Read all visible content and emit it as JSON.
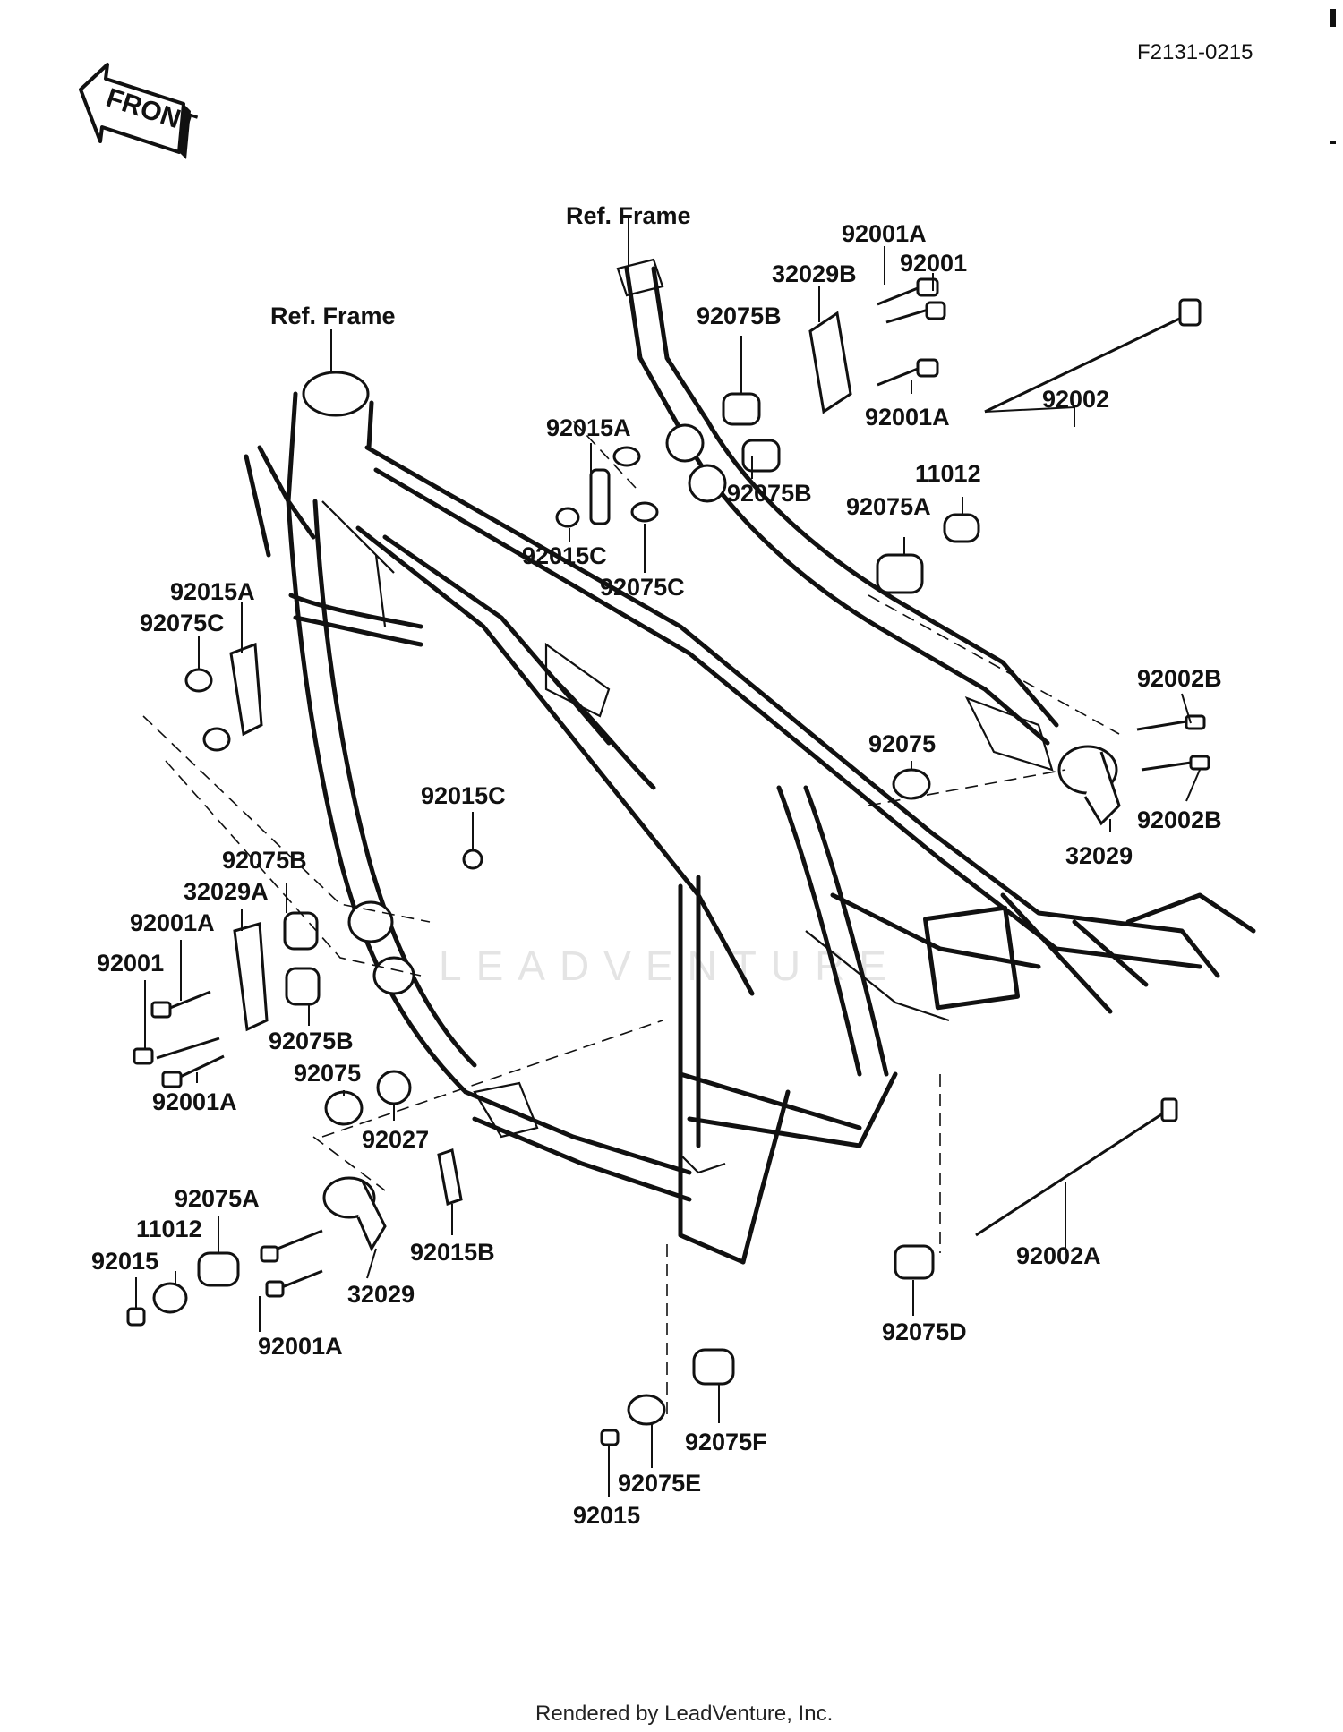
{
  "header": {
    "code": "F2131-0215",
    "front_label": "FRONT"
  },
  "ref_frame_labels": [
    "Ref. Frame",
    "Ref. Frame"
  ],
  "callouts": [
    "92001A",
    "92001",
    "32029B",
    "92075B",
    "92001A",
    "92002",
    "92015A",
    "92075B",
    "92015C",
    "92075C",
    "11012",
    "92075A",
    "92015A",
    "92075C",
    "92002B",
    "92075",
    "92002B",
    "32029",
    "92015C",
    "92075B",
    "32029A",
    "92001A",
    "92001",
    "92075B",
    "92001A",
    "92075",
    "92027",
    "92075A",
    "11012",
    "92015",
    "92015B",
    "32029",
    "92001A",
    "92002A",
    "92075D",
    "92075F",
    "92075E",
    "92015"
  ],
  "watermark": "LEADVENTURE",
  "footer": "Rendered by LeadVenture, Inc."
}
